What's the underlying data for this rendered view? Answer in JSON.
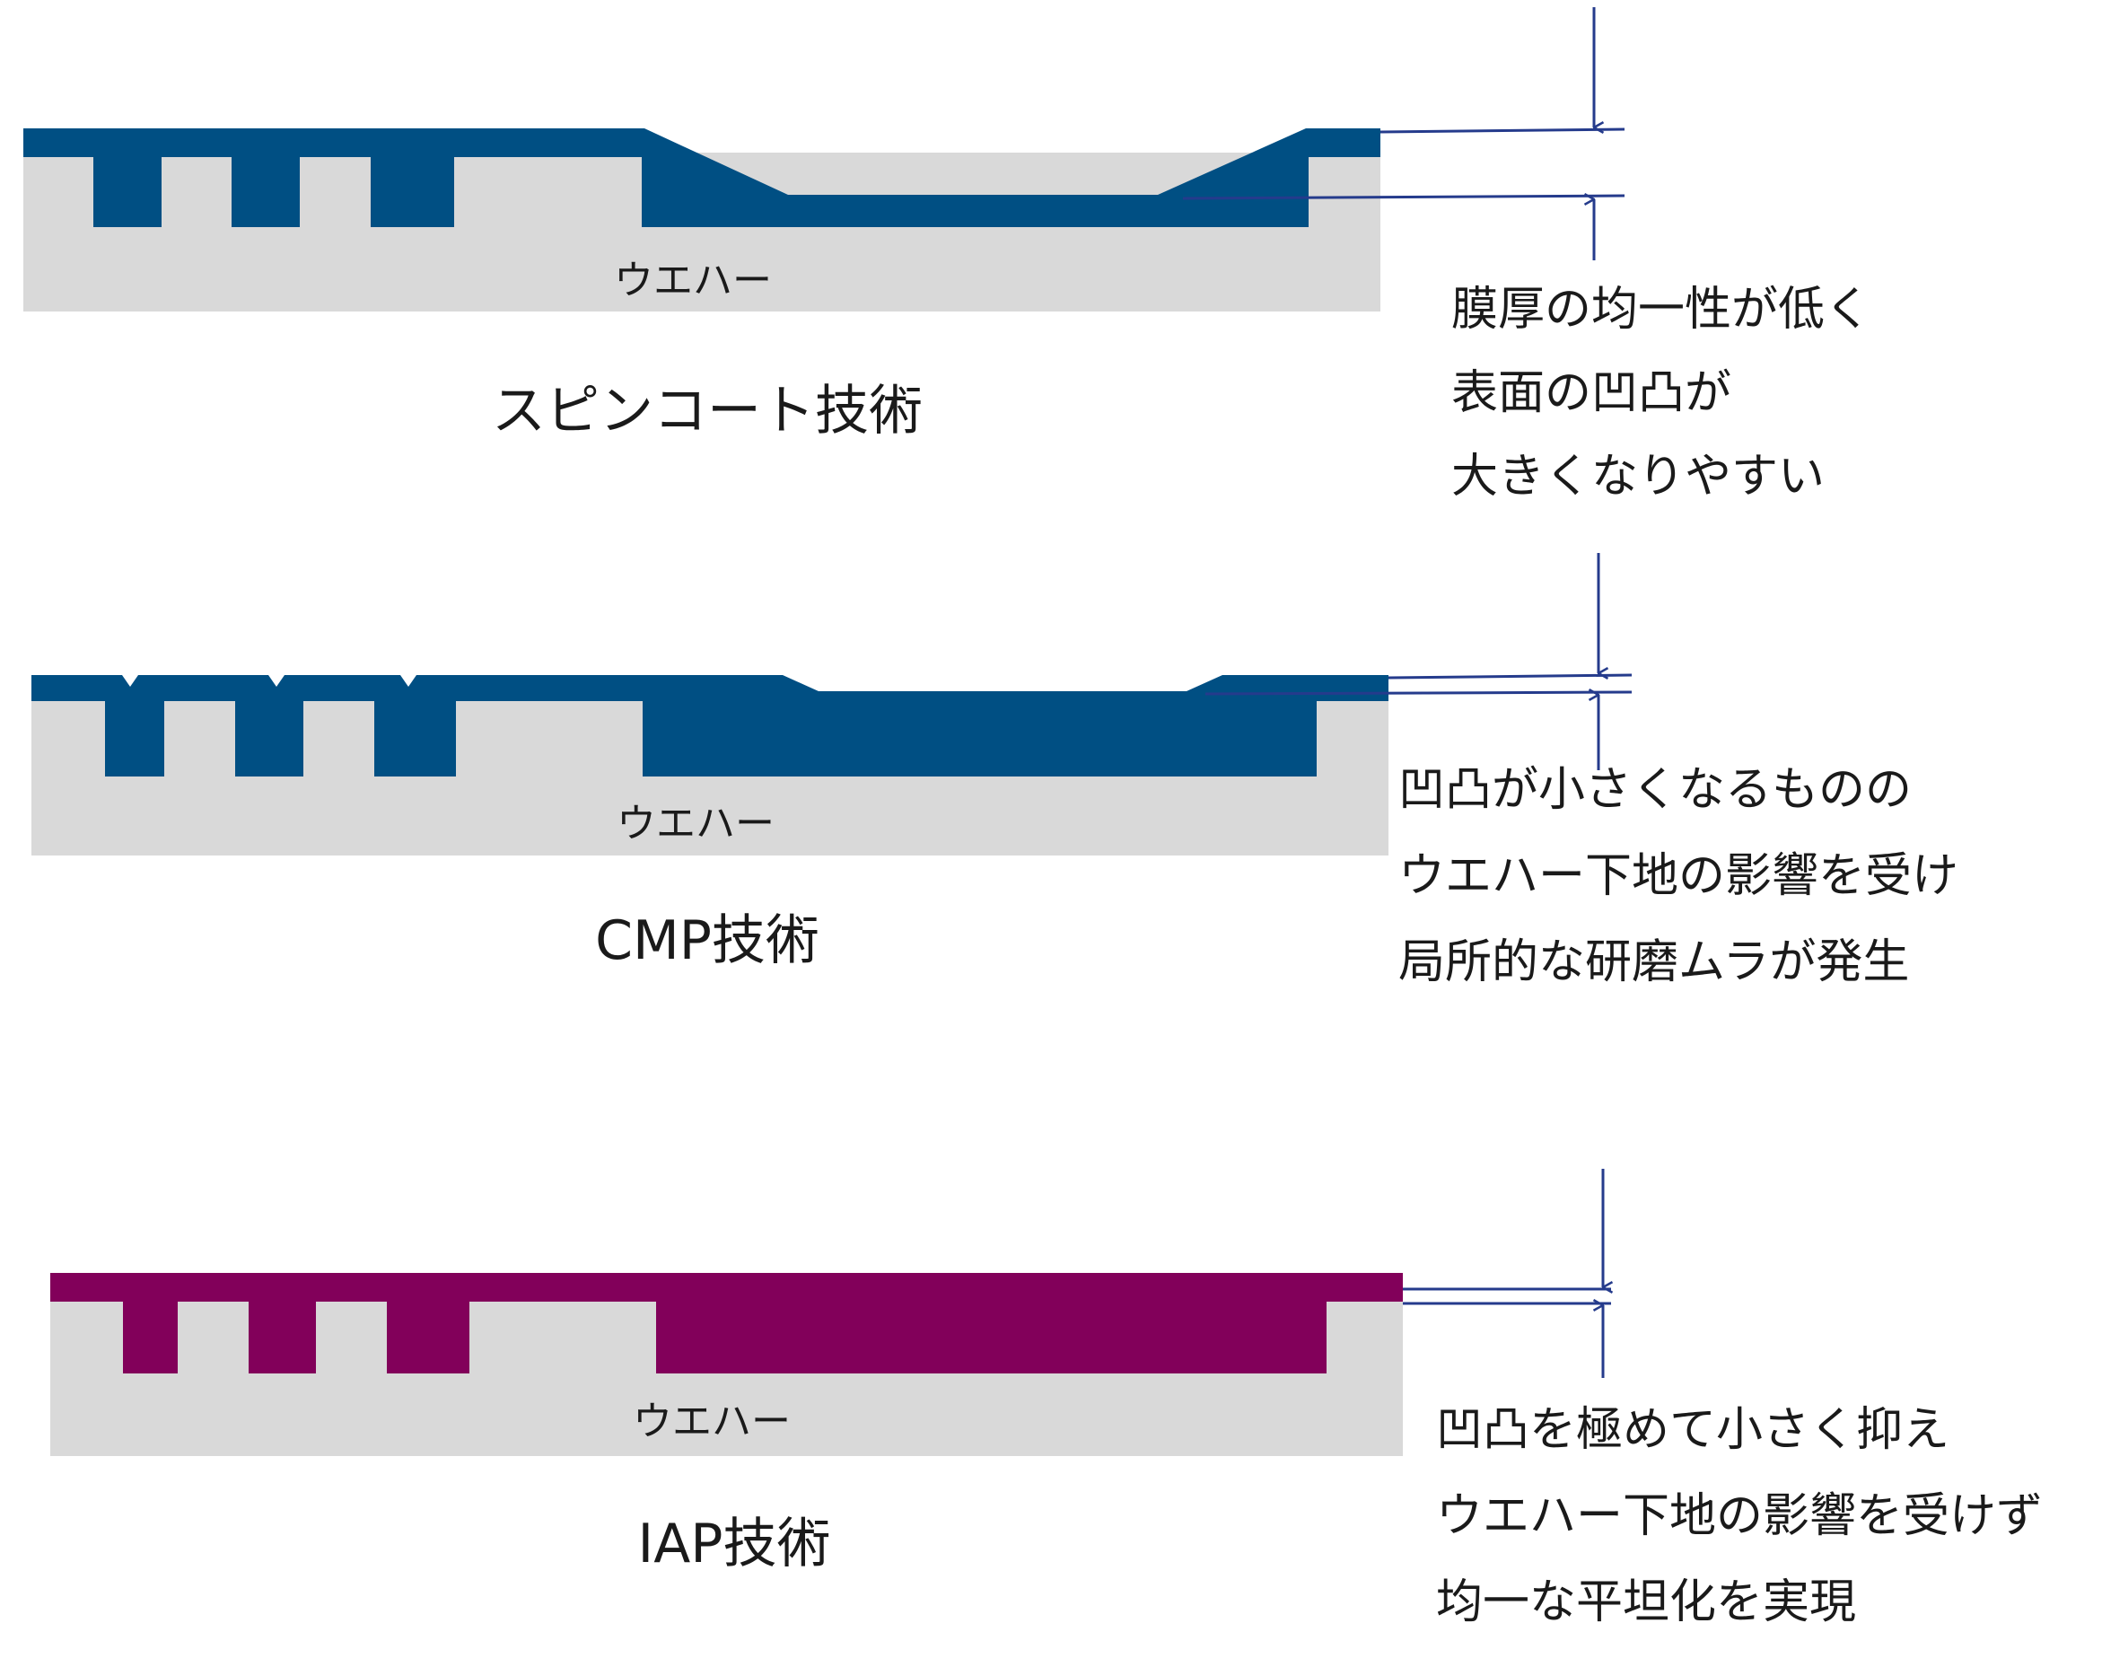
{
  "colors": {
    "wafer": "#d9d9d9",
    "film_conventional": "#004f83",
    "film_iap": "#82005a",
    "arrow": "#253b8c",
    "text": "#1a1a1a"
  },
  "sections": [
    {
      "wafer_label": "ウエハー",
      "title": "スピンコート技術",
      "note_lines": [
        "膜厚の均一性が低く",
        "表面の凹凸が",
        "大きくなりやすい"
      ]
    },
    {
      "wafer_label": "ウエハー",
      "title": "CMP技術",
      "note_lines": [
        "凹凸が小さくなるものの",
        "ウエハー下地の影響を受け",
        "局所的な研磨ムラが発生"
      ]
    },
    {
      "wafer_label": "ウエハー",
      "title": "IAP技術",
      "note_lines": [
        "凹凸を極めて小さく抑え",
        "ウエハー下地の影響を受けず",
        "均一な平坦化を実現"
      ]
    }
  ]
}
